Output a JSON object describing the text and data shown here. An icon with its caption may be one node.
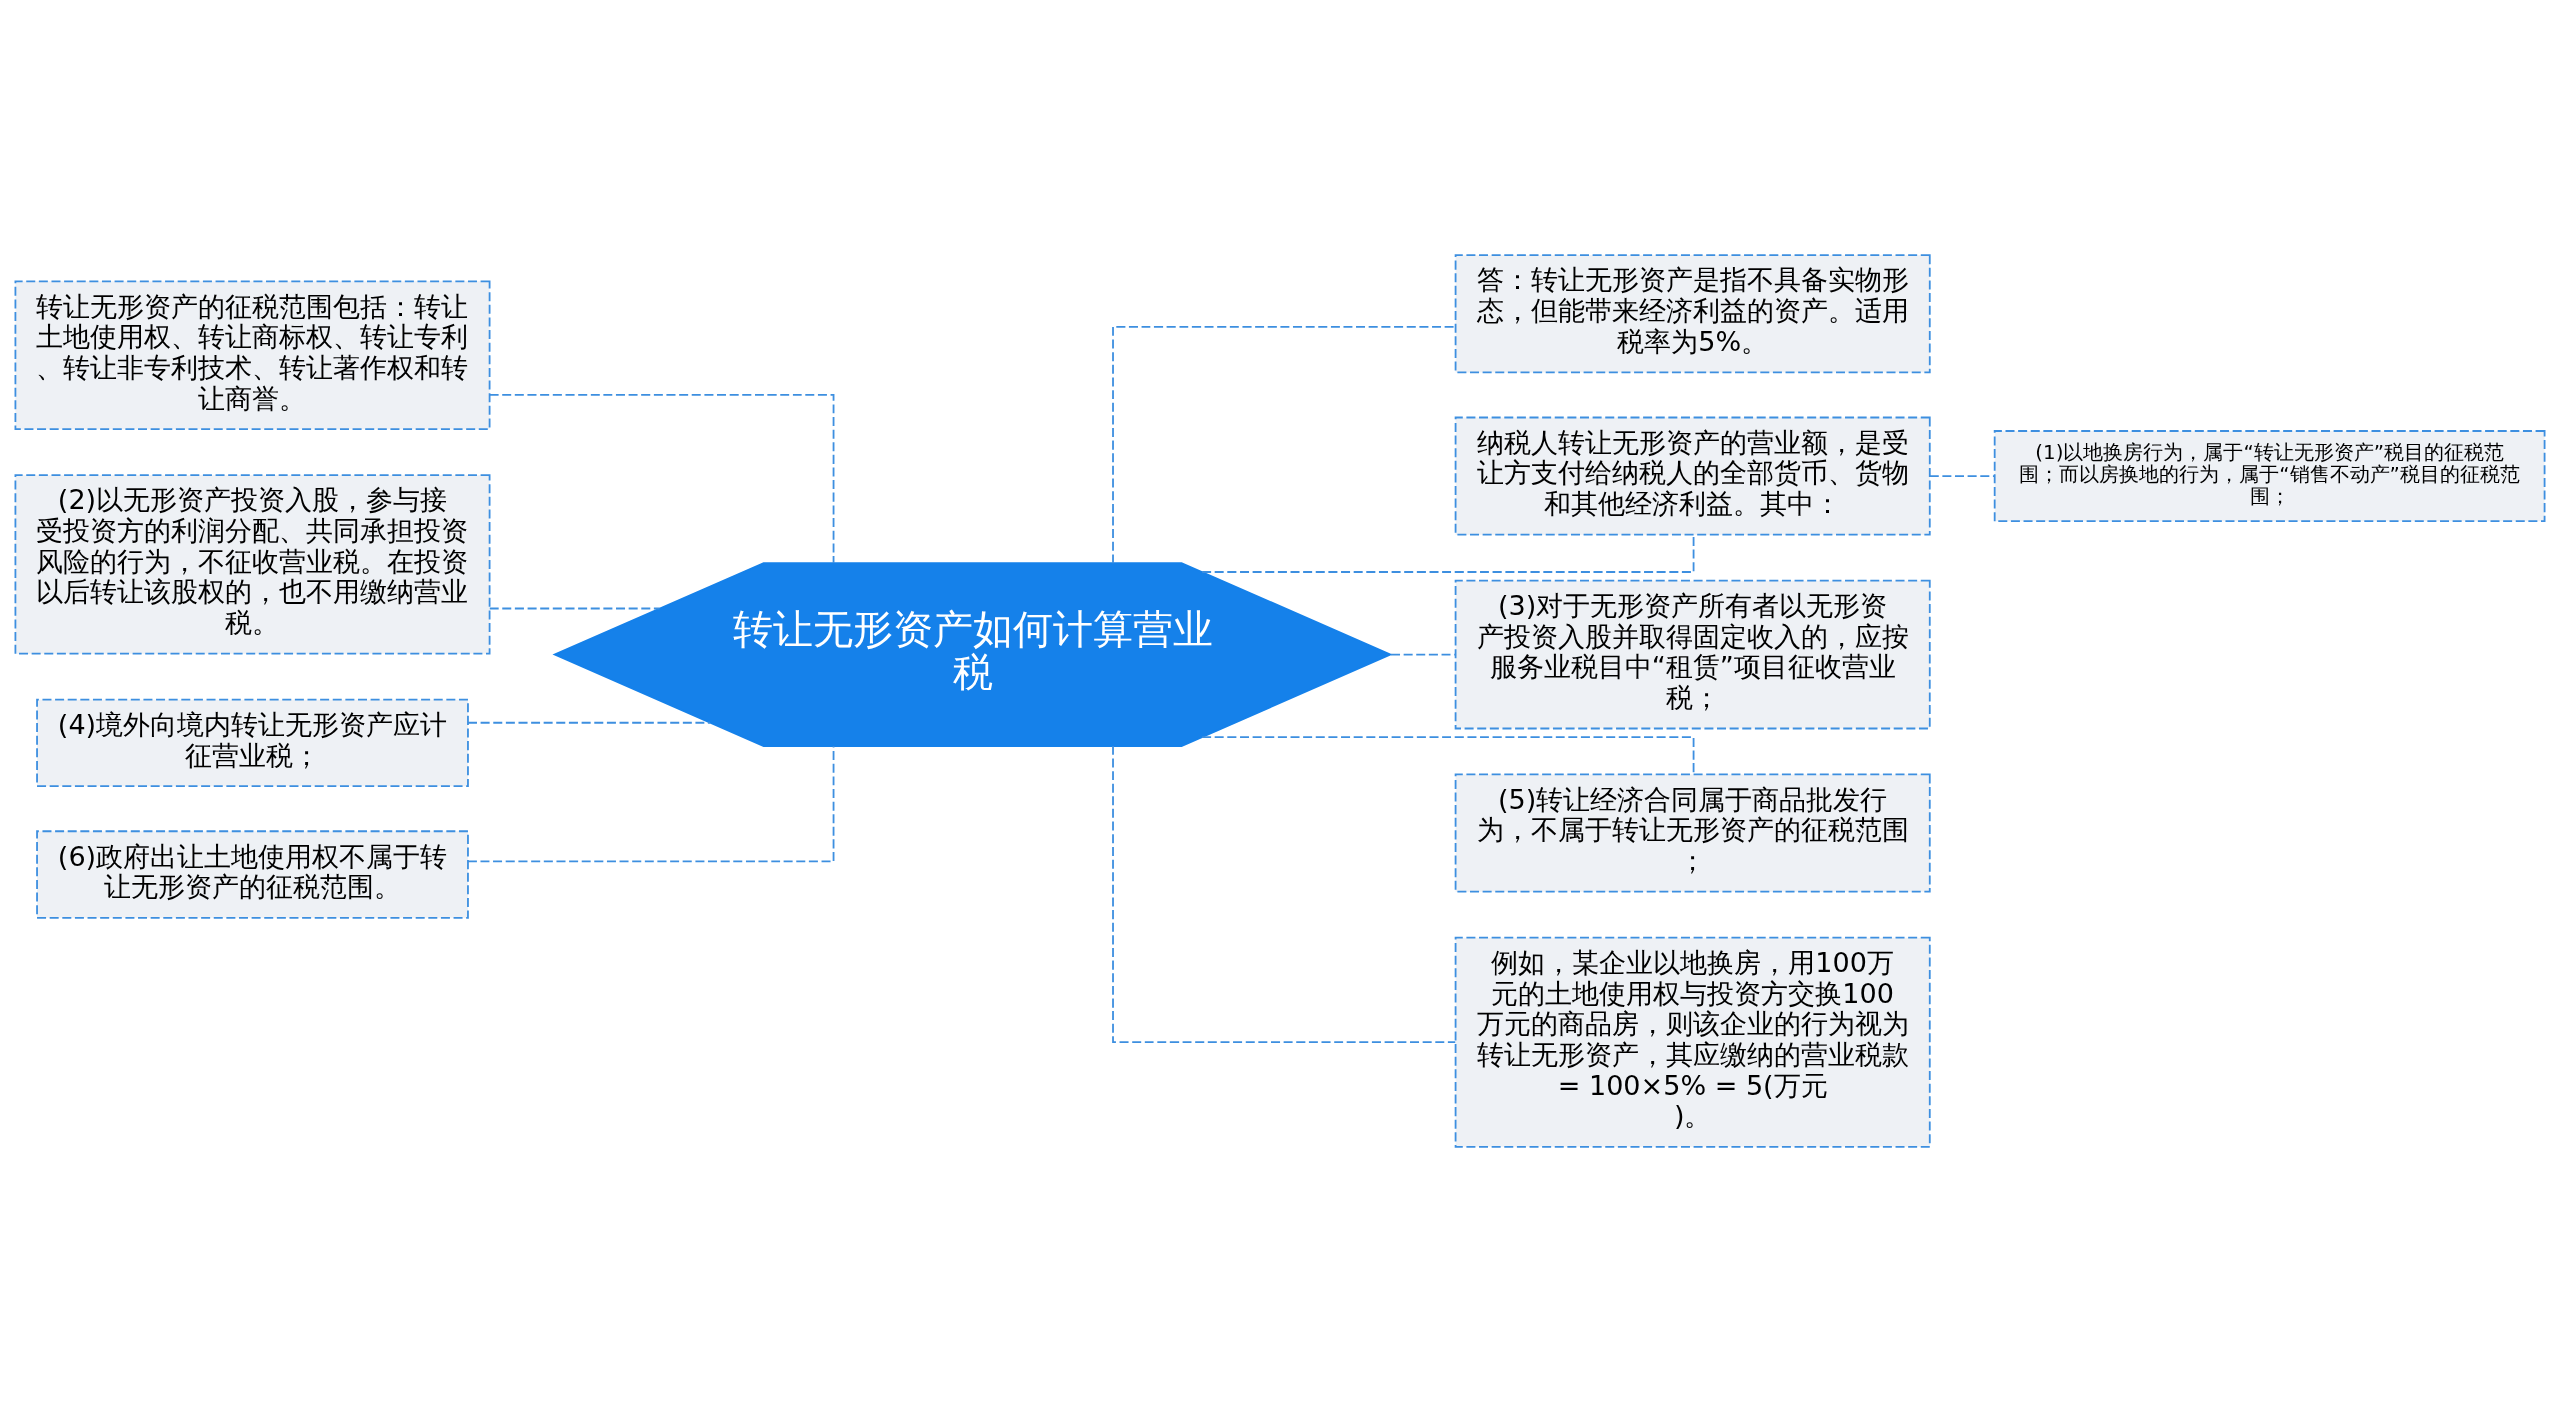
{
  "diagram": {
    "nodes": [
      {
        "text": [
          "转让无形资产如何计算营业税"
        ]
      },
      {
        "text": [
          "转让无形资产的征税范围包括：转让土地使用权、转让商标权、转让专利、转让非专利技术、转让著作权和转让商誉。"
        ]
      },
      {
        "text": [
          "(2)以无形资产投资入股，参与接受投资方的利润分配、共同承担投资风险的行为，不征收营业税。在投资以后转让该股权的，也不用缴纳营业税。"
        ]
      },
      {
        "text": [
          "(4)境外向境内转让无形资产应计征营业税；"
        ]
      },
      {
        "text": [
          "(6)政府出让土地使用权不属于转让无形资产的征税范围。"
        ]
      },
      {
        "text": [
          "答：转让无形资产是指不具备实物形态，但能带来经济利益的资产。适用税率为5%。"
        ]
      },
      {
        "text": [
          "纳税人转让无形资产的营业额，是受让方支付给纳税人的全部货币、货物和其他经济利益。其中："
        ]
      },
      {
        "text": [
          "(1)以地换房行为，属于“转让无形资产”税目的征税范围；而以房换地的行为，属于“销售不动产”税目的征税范围；"
        ]
      },
      {
        "text": [
          "(3)对于无形资产所有者以无形资产投资入股并取得固定收入的，应按服务业税目中“租赁”项目征收营业税；"
        ]
      },
      {
        "text": [
          "(5)转让经济合同属于商品批发行为，不属于转让无形资产的征税范围；"
        ]
      },
      {
        "text": [
          "例如，某企业以地换房，用100万元的土地使用权与投资方交换100万元的商品房，则该企业的行为视为转让无形资产，其应缴纳的营业税款 = 100×5% = 5(万元)。"
        ]
      }
    ],
    "edges": [
      {
        "from": 0,
        "to": 1,
        "arrow": "none",
        "style": "dashed"
      },
      {
        "from": 0,
        "to": 2,
        "arrow": "none",
        "style": "dashed"
      },
      {
        "from": 0,
        "to": 3,
        "arrow": "none",
        "style": "dashed"
      },
      {
        "from": 0,
        "to": 4,
        "arrow": "none",
        "style": "dashed"
      },
      {
        "from": 0,
        "to": 5,
        "arrow": "none",
        "style": "dashed"
      },
      {
        "from": 0,
        "to": 6,
        "arrow": "none",
        "style": "dashed"
      },
      {
        "from": 6,
        "to": 7,
        "arrow": "none",
        "style": "dashed"
      },
      {
        "from": 0,
        "to": 8,
        "arrow": "none",
        "style": "dashed"
      },
      {
        "from": 0,
        "to": 9,
        "arrow": "none",
        "style": "dashed"
      },
      {
        "from": 0,
        "to": 10,
        "arrow": "none",
        "style": "dashed"
      }
    ]
  }
}
